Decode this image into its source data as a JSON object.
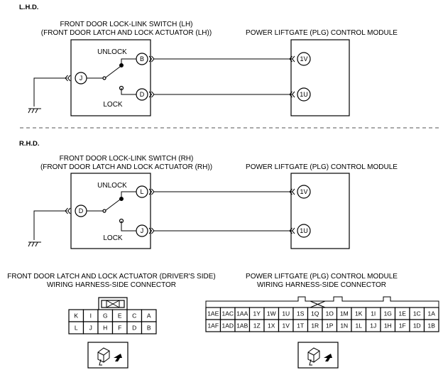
{
  "lhd": {
    "header": "L.H.D.",
    "switch_title_1": "FRONT DOOR LOCK-LINK SWITCH (LH)",
    "switch_title_2": "(FRONT DOOR LATCH AND LOCK ACTUATOR (LH))",
    "module_title": "POWER LIFTGATE (PLG) CONTROL MODULE",
    "unlock_label": "UNLOCK",
    "lock_label": "LOCK",
    "ground_pin": "J",
    "unlock_pin": "B",
    "lock_pin": "D",
    "module_pin_top": "1V",
    "module_pin_bottom": "1U"
  },
  "rhd": {
    "header": "R.H.D.",
    "switch_title_1": "FRONT DOOR LOCK-LINK SWITCH (RH)",
    "switch_title_2": "(FRONT DOOR LATCH AND LOCK ACTUATOR (RH))",
    "module_title": "POWER LIFTGATE (PLG) CONTROL MODULE",
    "unlock_label": "UNLOCK",
    "lock_label": "LOCK",
    "ground_pin": "D",
    "unlock_pin": "L",
    "lock_pin": "J",
    "module_pin_top": "1V",
    "module_pin_bottom": "1U"
  },
  "connector_left": {
    "title_1": "FRONT DOOR LATCH AND LOCK ACTUATOR (DRIVER'S SIDE)",
    "title_2": "WIRING HARNESS-SIDE CONNECTOR",
    "row1": [
      "K",
      "I",
      "G",
      "E",
      "C",
      "A"
    ],
    "row2": [
      "L",
      "J",
      "H",
      "F",
      "D",
      "B"
    ]
  },
  "connector_right": {
    "title_1": "POWER LIFTGATE (PLG) CONTROL MODULE",
    "title_2": "WIRING HARNESS-SIDE CONNECTOR",
    "row1": [
      "1AE",
      "1AC",
      "1AA",
      "1Y",
      "1W",
      "1U",
      "1S",
      "1Q",
      "1O",
      "1M",
      "1K",
      "1I",
      "1G",
      "1E",
      "1C",
      "1A"
    ],
    "row2": [
      "1AF",
      "1AD",
      "1AB",
      "1Z",
      "1X",
      "1V",
      "1T",
      "1R",
      "1P",
      "1N",
      "1L",
      "1J",
      "1H",
      "1F",
      "1D",
      "1B"
    ]
  }
}
